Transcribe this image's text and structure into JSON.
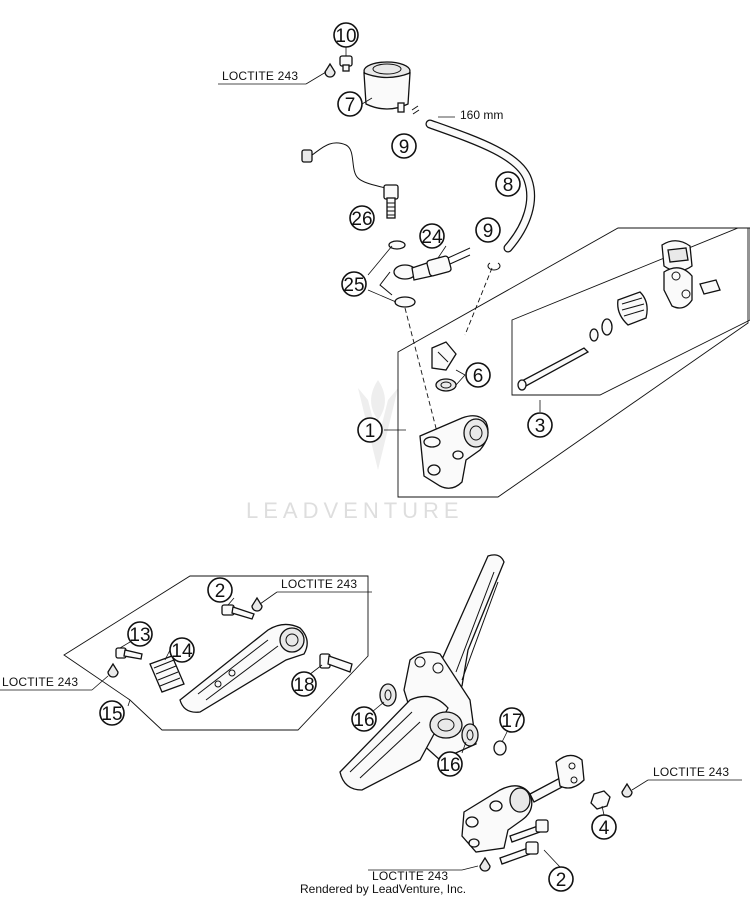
{
  "diagram": {
    "callouts": [
      {
        "id": "c10",
        "text": "10"
      },
      {
        "id": "c7",
        "text": "7"
      },
      {
        "id": "c9a",
        "text": "9"
      },
      {
        "id": "c8",
        "text": "8"
      },
      {
        "id": "c26",
        "text": "26"
      },
      {
        "id": "c24",
        "text": "24"
      },
      {
        "id": "c9b",
        "text": "9"
      },
      {
        "id": "c25",
        "text": "25"
      },
      {
        "id": "c6",
        "text": "6"
      },
      {
        "id": "c1",
        "text": "1"
      },
      {
        "id": "c3",
        "text": "3"
      },
      {
        "id": "c2a",
        "text": "2"
      },
      {
        "id": "c13",
        "text": "13"
      },
      {
        "id": "c14",
        "text": "14"
      },
      {
        "id": "c18",
        "text": "18"
      },
      {
        "id": "c15",
        "text": "15"
      },
      {
        "id": "c16a",
        "text": "16"
      },
      {
        "id": "c17",
        "text": "17"
      },
      {
        "id": "c16b",
        "text": "16"
      },
      {
        "id": "c4",
        "text": "4"
      },
      {
        "id": "c2b",
        "text": "2"
      }
    ],
    "labels": {
      "loctite_top": "LOCTITE 243",
      "loctite_pedal": "LOCTITE 243",
      "loctite_left": "LOCTITE 243",
      "loctite_right": "LOCTITE 243",
      "loctite_bottom": "LOCTITE 243",
      "hose_length": "160 mm"
    },
    "watermark": "LEADVENTURE",
    "footer": "Rendered by LeadVenture, Inc."
  }
}
